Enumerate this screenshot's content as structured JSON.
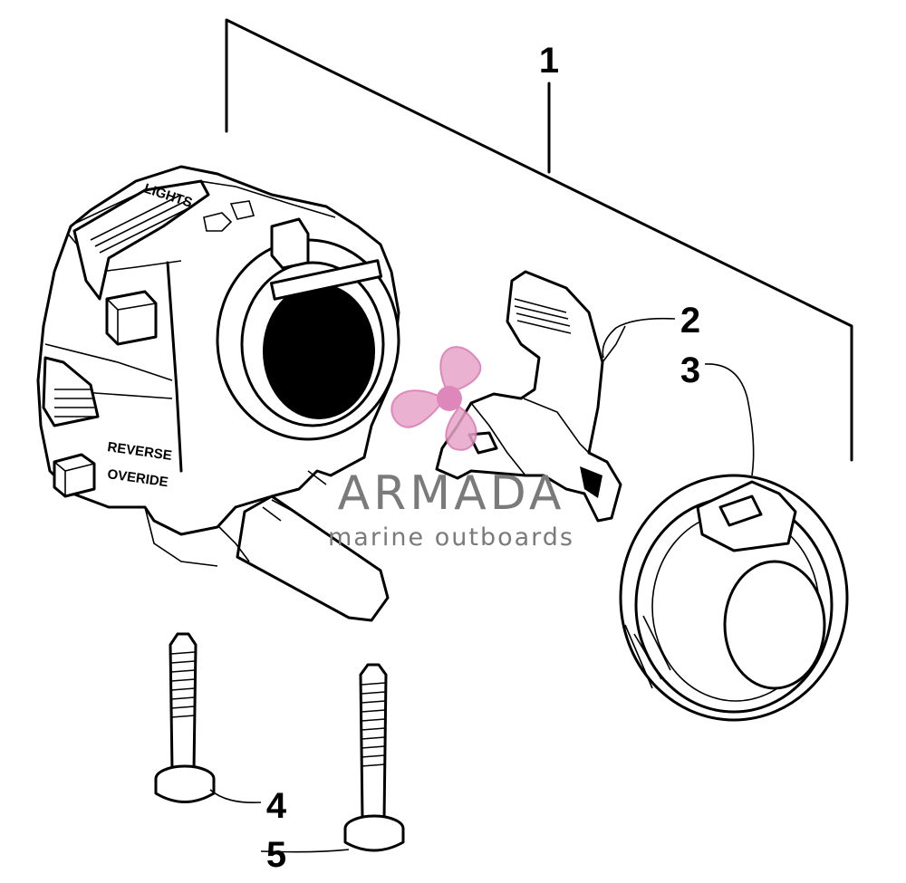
{
  "callouts": {
    "c1": "1",
    "c2": "2",
    "c3": "3",
    "c4": "4",
    "c5": "5"
  },
  "switch_labels": {
    "lights": "LIGHTS",
    "reverse": "REVERSE",
    "override": "OVERIDE"
  },
  "watermark": {
    "brand": "ARMADA",
    "tagline": "marine outboards",
    "logo_colors": {
      "pink": "#e8a4c8",
      "magenta": "#d873b0"
    },
    "text_color": "#7a7a7a"
  }
}
